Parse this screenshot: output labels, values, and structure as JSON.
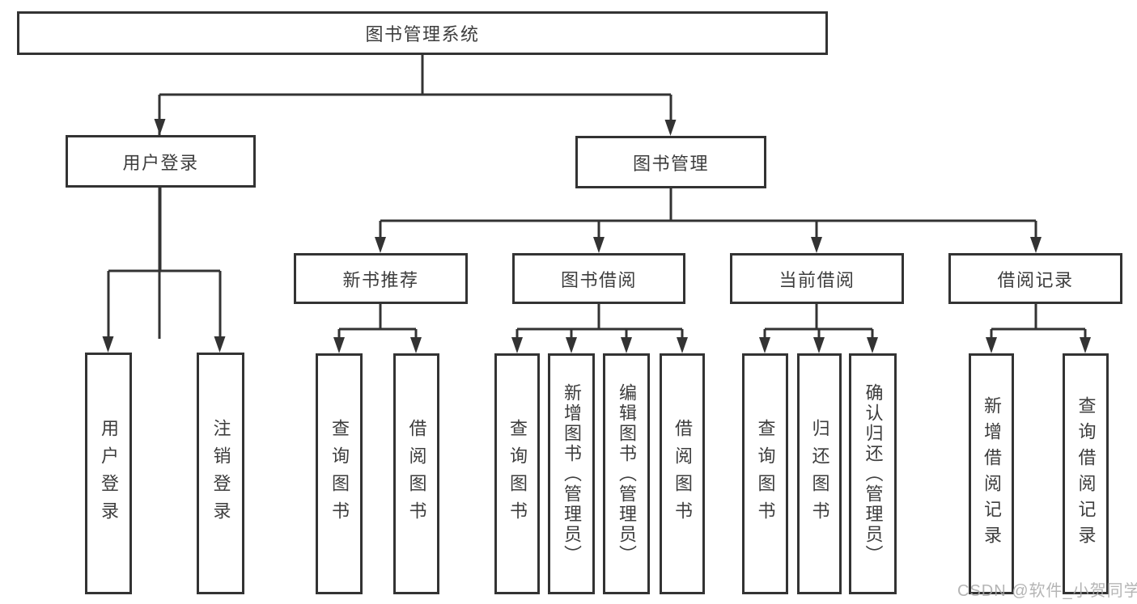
{
  "colors": {
    "line": "#333333",
    "box_border": "#333333",
    "text": "#3d3d3d",
    "background": "#ffffff",
    "watermark": "#a8a8a8"
  },
  "nodes": {
    "root": {
      "label": "图书管理系统"
    },
    "userLogin": {
      "label": "用户登录"
    },
    "bookMgmt": {
      "label": "图书管理"
    },
    "userLoginChildren": [
      {
        "label": "用户登录"
      },
      {
        "label": "注销登录"
      }
    ],
    "level2": [
      {
        "label": "新书推荐"
      },
      {
        "label": "图书借阅"
      },
      {
        "label": "当前借阅"
      },
      {
        "label": "借阅记录"
      }
    ],
    "newBooksChildren": [
      {
        "label": "查询图书"
      },
      {
        "label": "借阅图书"
      }
    ],
    "bookBorrowChildren": [
      {
        "label": "查询图书"
      },
      {
        "label": "新增图书（管理员）"
      },
      {
        "label": "编辑图书（管理员）"
      },
      {
        "label": "借阅图书"
      }
    ],
    "currentBorrowChildren": [
      {
        "label": "查询图书"
      },
      {
        "label": "归还图书"
      },
      {
        "label": "确认归还（管理员）"
      }
    ],
    "borrowRecordsChildren": [
      {
        "label": "新增借阅记录"
      },
      {
        "label": "查询借阅记录"
      }
    ]
  },
  "watermark": {
    "text": "CSDN @软件_小贺同学"
  }
}
